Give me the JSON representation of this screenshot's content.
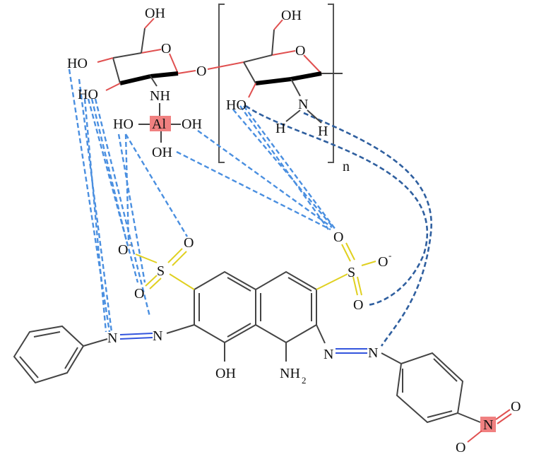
{
  "diagram": {
    "title_visible": false,
    "colors": {
      "aluminum_highlight": "#f08080",
      "nitro_highlight": "#f08080",
      "hbond_light": "#4a8fe0",
      "hbond_dark": "#2f5f9f"
    },
    "sugar1": {
      "oh_top": "OH",
      "ring_o": "O",
      "ho_left": "HO",
      "ho_lower": "HO",
      "nh": "NH",
      "glyco_o": "O"
    },
    "aluminum": {
      "al": "Al",
      "ho_left": "HO",
      "oh_right": "OH",
      "oh_bottom": "OH"
    },
    "sugar2": {
      "oh_top": "OH",
      "ring_o": "O",
      "ho": "HO",
      "n": "N",
      "h_left": "H",
      "h_right": "H",
      "repeat": "n"
    },
    "dye": {
      "left_sulfonate": {
        "o_minus": "O",
        "charge": "-",
        "o_top": "O",
        "s": "S",
        "o_bottom": "O"
      },
      "right_sulfonate": {
        "o_top": "O",
        "s": "S",
        "o_minus": "O",
        "charge": "-",
        "o_bottom": "O"
      },
      "azo_left": {
        "n1": "N",
        "n2": "N"
      },
      "azo_right": {
        "n1": "N",
        "n2": "N"
      },
      "oh": "OH",
      "nh2": "NH",
      "nh2_sub": "2",
      "nitro": {
        "n": "N",
        "o1": "O",
        "o2": "O"
      }
    }
  }
}
